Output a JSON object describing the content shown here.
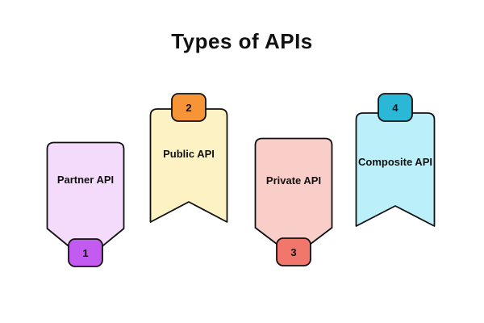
{
  "title": "Types of APIs",
  "outline_color": "#111111",
  "background_color": "#FFFFFF",
  "items": [
    {
      "label": "Partner API",
      "number": "1",
      "banner_color": "#F4DAFB",
      "badge_color": "#C45BF0",
      "shape": "pointed-bottom-banner",
      "badge_position": "bottom"
    },
    {
      "label": "Public API",
      "number": "2",
      "banner_color": "#FDF2C3",
      "badge_color": "#F79438",
      "shape": "swallowtail-bottom-banner",
      "badge_position": "top"
    },
    {
      "label": "Private API",
      "number": "3",
      "banner_color": "#F9CEC8",
      "badge_color": "#F1766B",
      "shape": "pointed-bottom-banner",
      "badge_position": "bottom"
    },
    {
      "label": "Composite API",
      "number": "4",
      "banner_color": "#BBEFF9",
      "badge_color": "#2BB7D6",
      "shape": "swallowtail-bottom-banner",
      "badge_position": "top"
    }
  ]
}
